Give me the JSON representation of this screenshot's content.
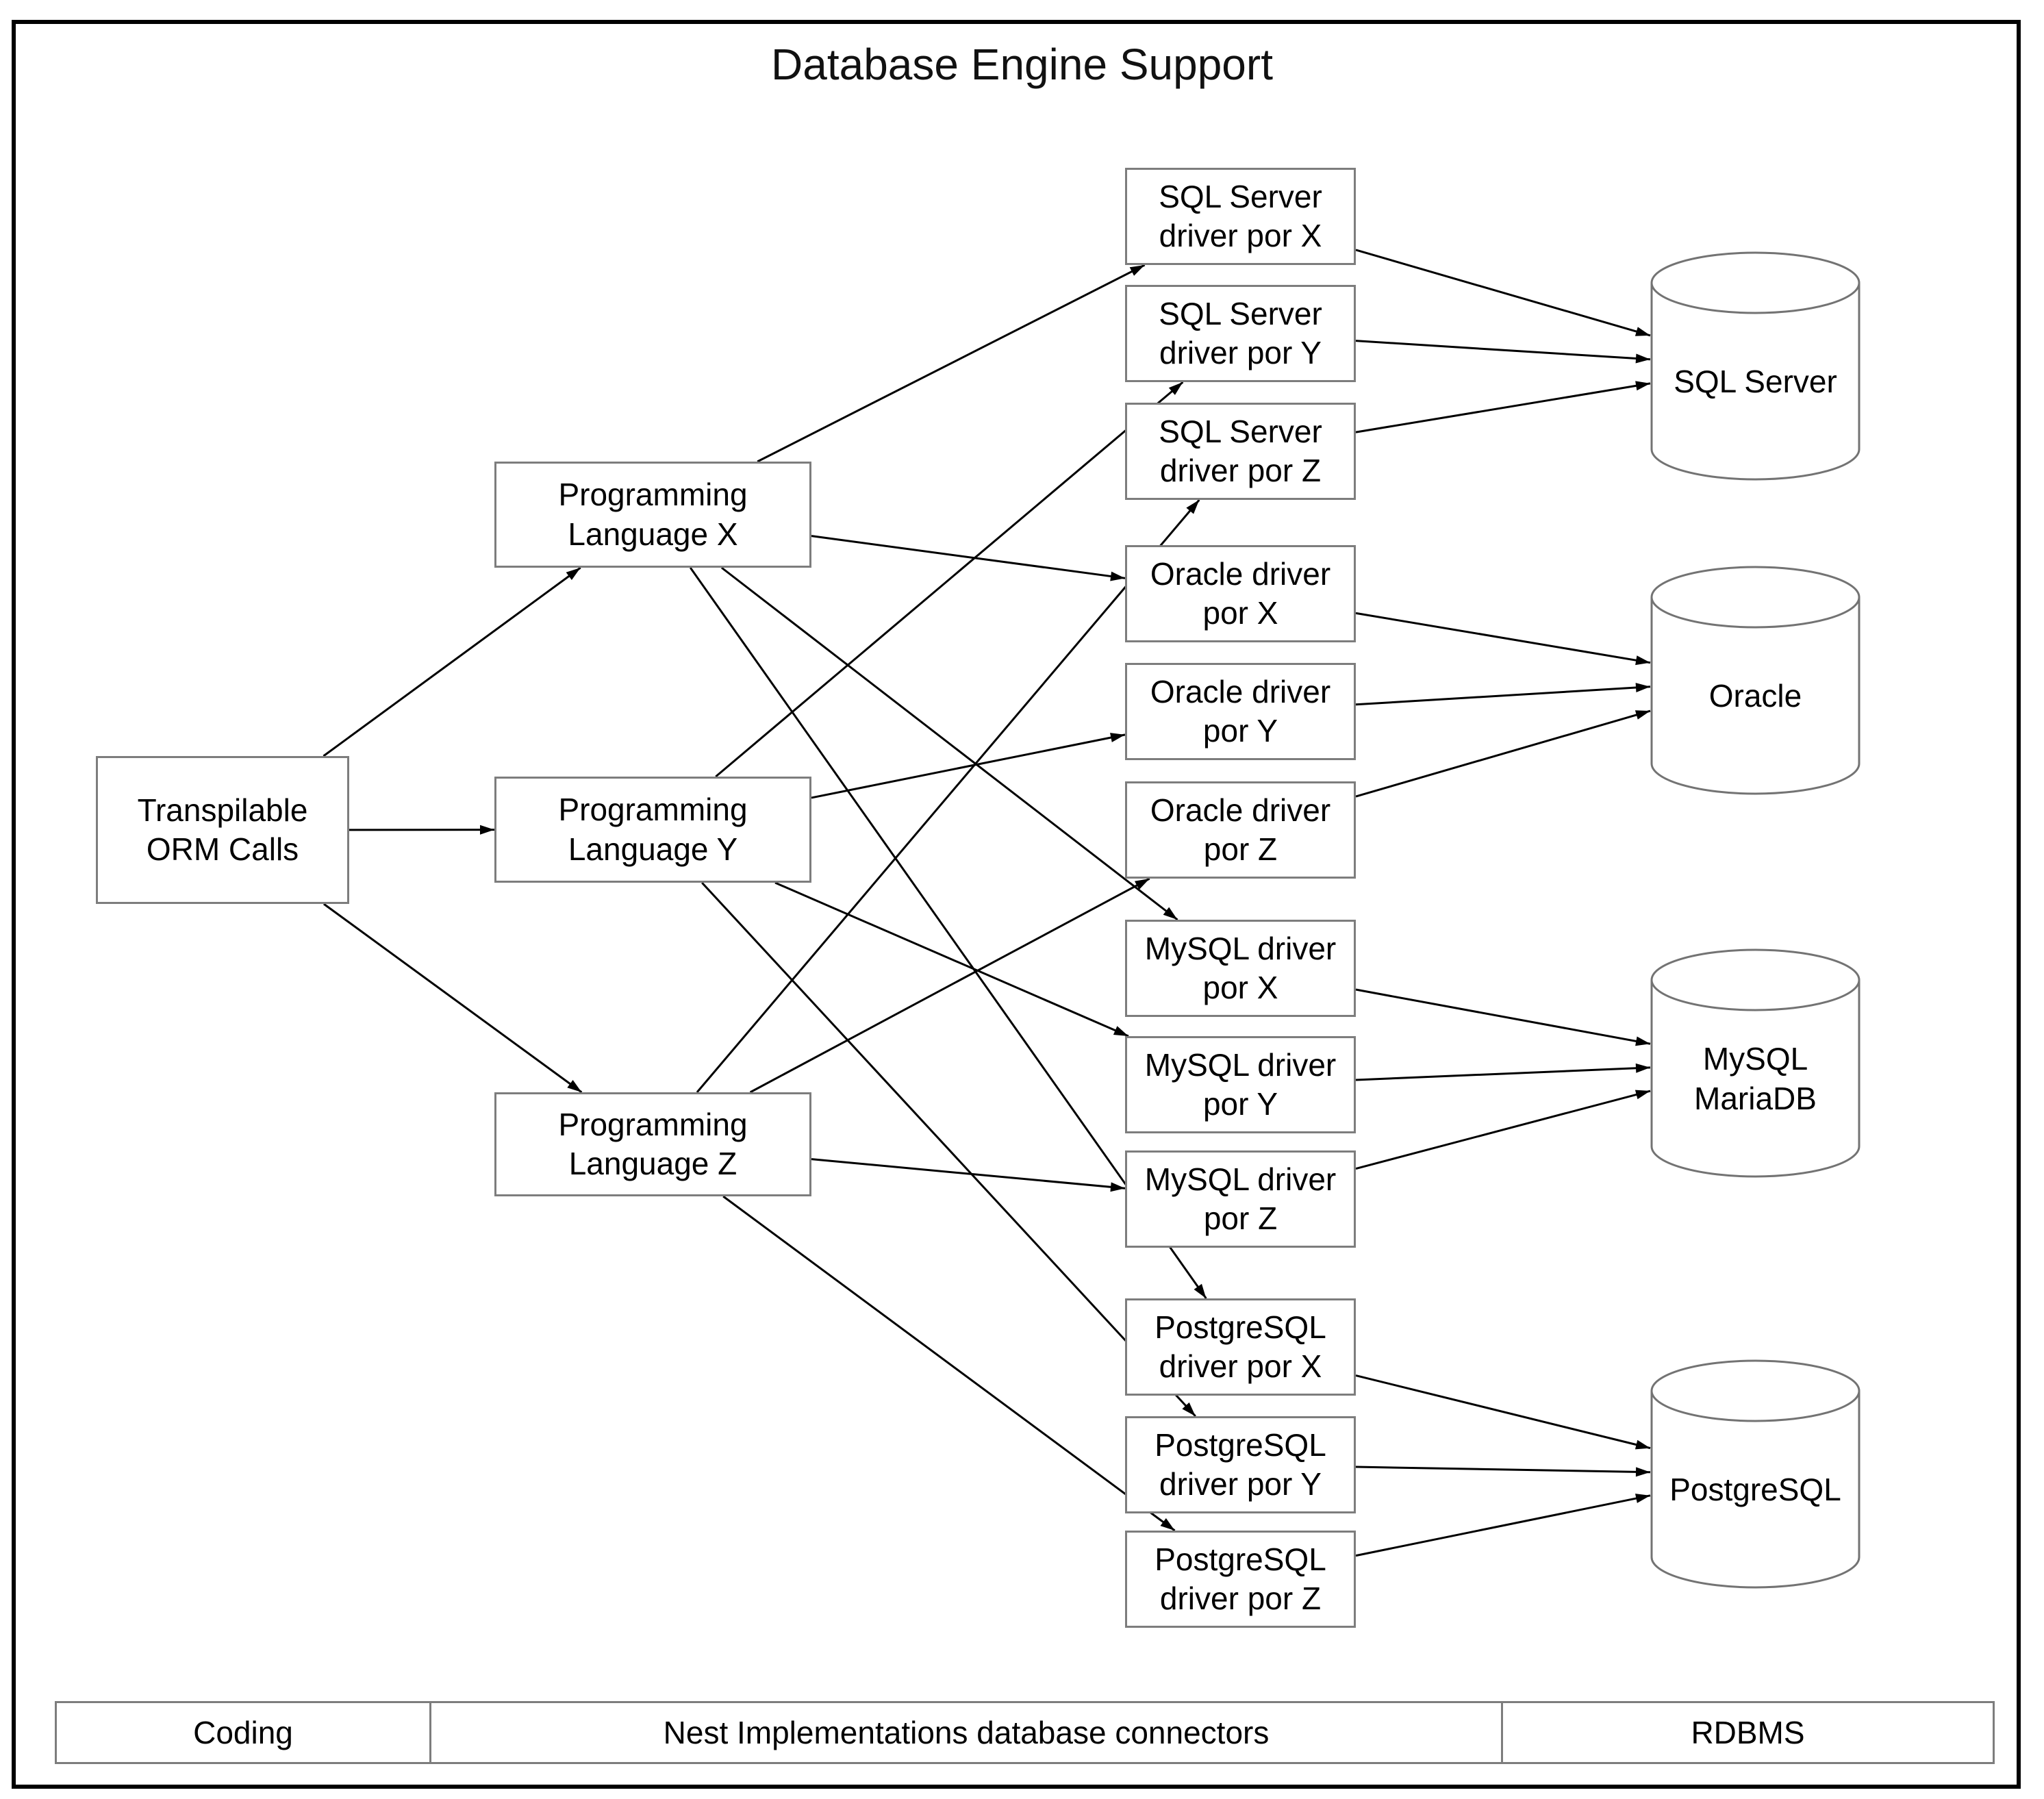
{
  "title": "Database Engine Support",
  "colors": {
    "box_border": "#7d7d7d",
    "cylinder_stroke": "#737373",
    "edge_line": "#000000",
    "frame_border": "#000000",
    "background": "#ffffff"
  },
  "nodes": {
    "orm": {
      "label": "Transpilable\nORM Calls"
    },
    "lang_x": {
      "label": "Programming\nLanguage X"
    },
    "lang_y": {
      "label": "Programming\nLanguage Y"
    },
    "lang_z": {
      "label": "Programming\nLanguage Z"
    },
    "drv_sql_x": {
      "label": "SQL Server\ndriver por X"
    },
    "drv_sql_y": {
      "label": "SQL Server\ndriver por Y"
    },
    "drv_sql_z": {
      "label": "SQL Server\ndriver por Z"
    },
    "drv_ora_x": {
      "label": "Oracle driver\npor X"
    },
    "drv_ora_y": {
      "label": "Oracle driver\npor Y"
    },
    "drv_ora_z": {
      "label": "Oracle driver\npor Z"
    },
    "drv_my_x": {
      "label": "MySQL driver\npor X"
    },
    "drv_my_y": {
      "label": "MySQL driver\npor Y"
    },
    "drv_my_z": {
      "label": "MySQL driver\npor Z"
    },
    "drv_pg_x": {
      "label": "PostgreSQL\ndriver por X"
    },
    "drv_pg_y": {
      "label": "PostgreSQL\ndriver por Y"
    },
    "drv_pg_z": {
      "label": "PostgreSQL\ndriver por Z"
    },
    "db_sqlserver": {
      "label": "SQL Server"
    },
    "db_oracle": {
      "label": "Oracle"
    },
    "db_mysql": {
      "label": "MySQL\nMariaDB"
    },
    "db_postgresql": {
      "label": "PostgreSQL"
    }
  },
  "edges": [
    [
      "orm",
      "lang_x"
    ],
    [
      "orm",
      "lang_y"
    ],
    [
      "orm",
      "lang_z"
    ],
    [
      "lang_x",
      "drv_sql_x"
    ],
    [
      "lang_x",
      "drv_ora_x"
    ],
    [
      "lang_x",
      "drv_my_x"
    ],
    [
      "lang_x",
      "drv_pg_x"
    ],
    [
      "lang_y",
      "drv_sql_y"
    ],
    [
      "lang_y",
      "drv_ora_y"
    ],
    [
      "lang_y",
      "drv_my_y"
    ],
    [
      "lang_y",
      "drv_pg_y"
    ],
    [
      "lang_z",
      "drv_sql_z"
    ],
    [
      "lang_z",
      "drv_ora_z"
    ],
    [
      "lang_z",
      "drv_my_z"
    ],
    [
      "lang_z",
      "drv_pg_z"
    ],
    [
      "drv_sql_x",
      "db_sqlserver"
    ],
    [
      "drv_sql_y",
      "db_sqlserver"
    ],
    [
      "drv_sql_z",
      "db_sqlserver"
    ],
    [
      "drv_ora_x",
      "db_oracle"
    ],
    [
      "drv_ora_y",
      "db_oracle"
    ],
    [
      "drv_ora_z",
      "db_oracle"
    ],
    [
      "drv_my_x",
      "db_mysql"
    ],
    [
      "drv_my_y",
      "db_mysql"
    ],
    [
      "drv_my_z",
      "db_mysql"
    ],
    [
      "drv_pg_x",
      "db_postgresql"
    ],
    [
      "drv_pg_y",
      "db_postgresql"
    ],
    [
      "drv_pg_z",
      "db_postgresql"
    ]
  ],
  "lanes": {
    "coding": "Coding",
    "nest": "Nest Implementations database connectors",
    "rdbms": "RDBMS"
  }
}
